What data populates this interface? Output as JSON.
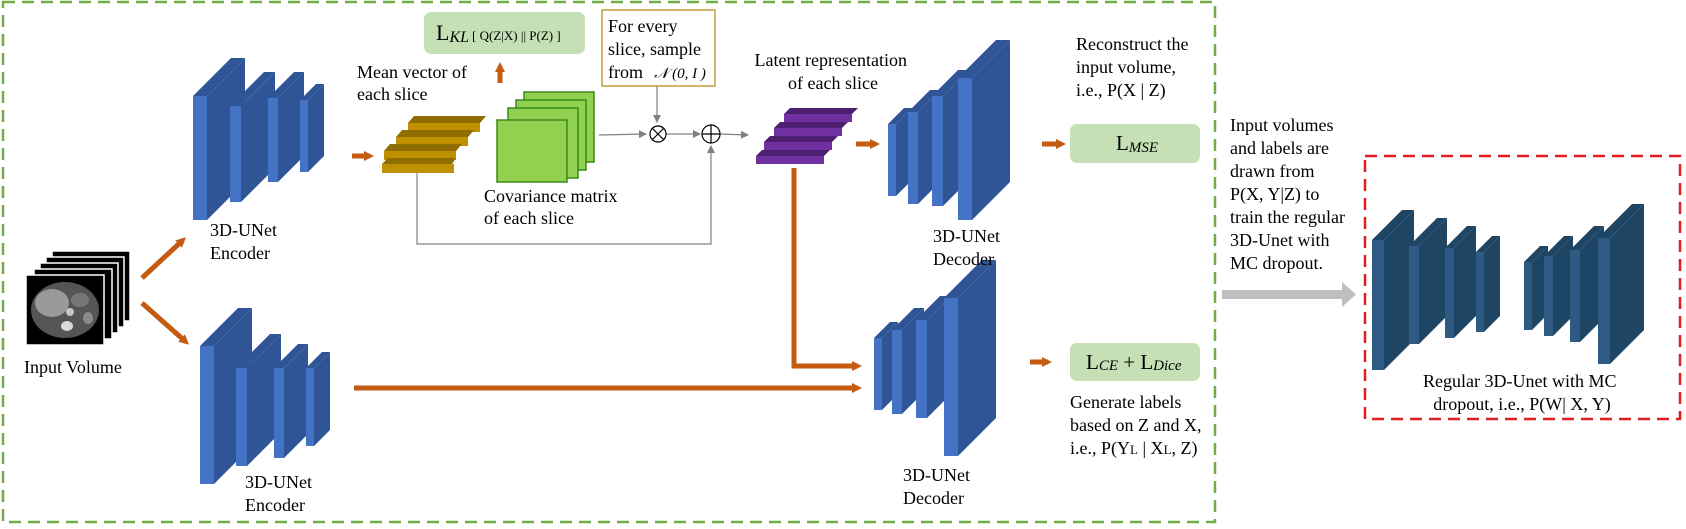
{
  "input_volume_label": "Input Volume",
  "encoder_top_label": [
    "3D-UNet",
    "Encoder"
  ],
  "encoder_bottom_label": [
    "3D-UNet",
    "Encoder"
  ],
  "decoder_top_label": [
    "3D-UNet",
    "Decoder"
  ],
  "decoder_bottom_label": [
    "3D-UNet",
    "Decoder"
  ],
  "mean_vector_label": [
    "Mean vector of",
    "each slice"
  ],
  "covariance_label": [
    "Covariance matrix",
    "of each slice"
  ],
  "latent_label": [
    "Latent representation",
    "of each slice"
  ],
  "sample_box": {
    "lines": [
      "For every",
      "slice, sample",
      "from"
    ],
    "formula": "𝒩 (0, I )"
  },
  "kl_loss": {
    "main": "L",
    "sub": "KL",
    "rest": "[ Q(Z|X) || P(Z) ]"
  },
  "mse_loss": {
    "main": "L",
    "sub": "MSE"
  },
  "ce_dice_loss": {
    "l1": "L",
    "s1": "CE",
    "plus": " + L",
    "s2": "Dice"
  },
  "reconstruct_text": [
    "Reconstruct the",
    "input volume,",
    "i.e., P(X | Z)"
  ],
  "generate_text": [
    "Generate labels",
    "based on Z and X,",
    "i.e., P(Y",
    "L",
    " | X",
    "L",
    ", Z)"
  ],
  "middle_text": [
    "Input volumes",
    "and labels are",
    "drawn from",
    "P(X, Y|Z) to",
    "train the regular",
    "3D-Unet with",
    "MC dropout."
  ],
  "regular_label": [
    "Regular 3D-Unet with MC",
    "dropout, i.e., P(W| X, Y)"
  ],
  "colors": {
    "block_front": "#4472c4",
    "block_side": "#2f5597",
    "dark_front": "#2e5a84",
    "dark_side": "#1f4565",
    "arrow": "#c55a11",
    "mean_bar": "#bf9000",
    "latent_bar": "#7030a0",
    "cov_green": "#92d050",
    "loss_fill": "#c5e0b4",
    "green_dash": "#70ad47",
    "red_dash": "#e02020",
    "gray_arrow": "#bfbfbf",
    "sample_border": "#c59c3a"
  }
}
